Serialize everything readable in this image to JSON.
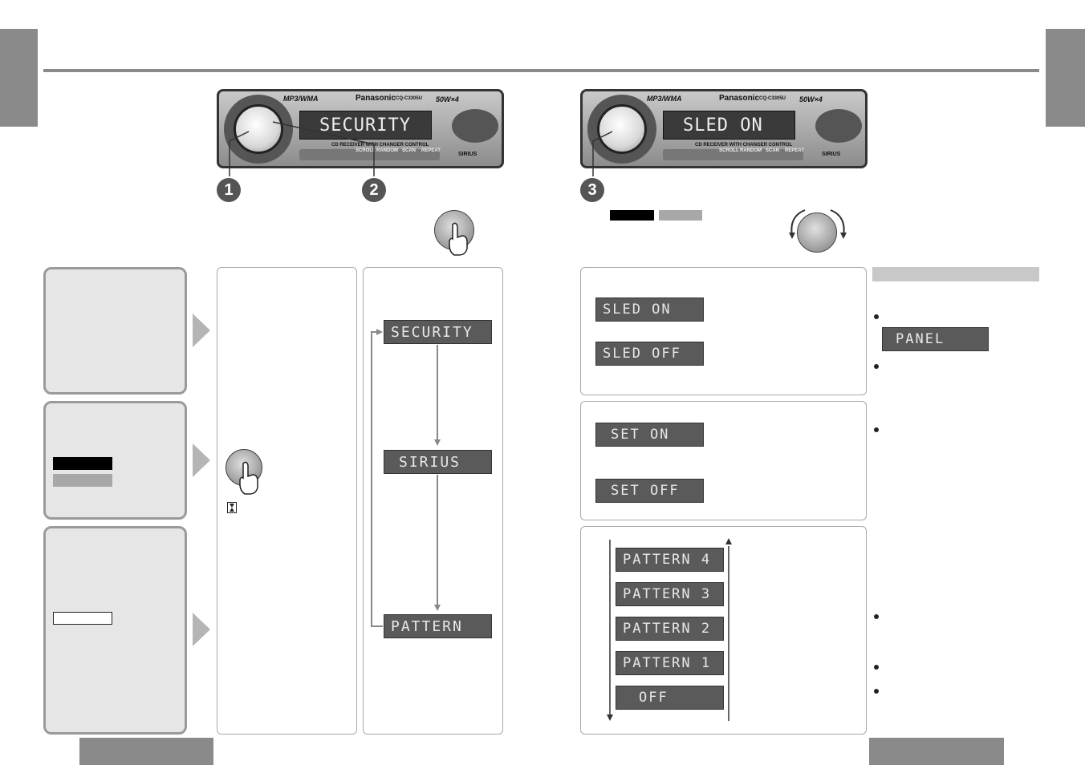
{
  "stereo_left": {
    "brand": "Panasonic",
    "model": "CQ-C3305U",
    "format_logo": "MP3/WMA",
    "power_logo": "50W×4",
    "display_text": "SECURITY",
    "buttons": [
      "SCROLL",
      "RANDOM",
      "SCAN",
      "REPEAT"
    ],
    "strip_label": "CD RECEIVER WITH CHANGER CONTROL",
    "sirius": "SIRIUS"
  },
  "stereo_right": {
    "brand": "Panasonic",
    "model": "CQ-C3305U",
    "format_logo": "MP3/WMA",
    "power_logo": "50W×4",
    "display_text": "SLED ON",
    "buttons": [
      "SCROLL",
      "RANDOM",
      "SCAN",
      "REPEAT"
    ],
    "strip_label": "CD RECEIVER WITH CHANGER CONTROL",
    "sirius": "SIRIUS"
  },
  "callouts": {
    "one": "1",
    "two": "2",
    "three": "3"
  },
  "menu_flow": {
    "items": [
      "SECURITY",
      "SIRIUS",
      "PATTERN"
    ]
  },
  "security_panel": {
    "sled_on": "SLED ON",
    "sled_off": "SLED OFF"
  },
  "sirius_panel": {
    "set_on": "SET ON",
    "set_off": "SET OFF"
  },
  "pattern_panel": {
    "items": [
      "PATTERN 4",
      "PATTERN 3",
      "PATTERN 2",
      "PATTERN 1",
      "OFF"
    ]
  },
  "notes": {
    "panel_display": "PANEL"
  },
  "colors": {
    "tab_gray": "#8a8a8a",
    "box_gray": "#e6e6e6",
    "lcd_gray": "#5a5a5a",
    "swatch_black": "#000000",
    "swatch_gray": "#a8a8a8"
  }
}
